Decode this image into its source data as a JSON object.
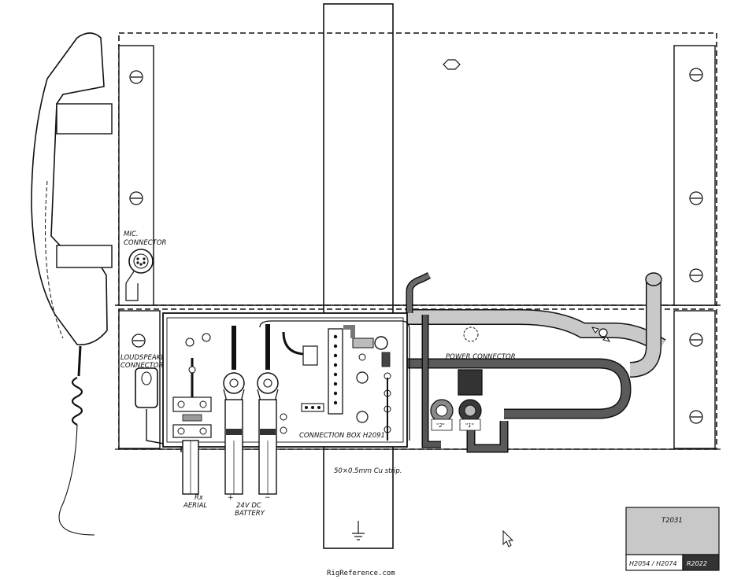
{
  "labels": {
    "mic_connector": [
      "MIC.",
      "CONNECTOR"
    ],
    "loudspeaker_connector": [
      "LOUDSPEAKER",
      "CONNECTOR"
    ],
    "power_connector": "POWER CONNECTOR",
    "connection_box": "CONNECTION BOX H2091",
    "strip": "50×0.5mm Cu strip.",
    "rx_aerial": [
      "Rx",
      "AERIAL"
    ],
    "battery": [
      "24V DC",
      "BATTERY"
    ],
    "plus": "+",
    "minus": "−",
    "plug_2": "\"2\"",
    "plug_1": "\"1\""
  },
  "legend": {
    "top": "T2031",
    "bottom_left": "H2054 / H2074",
    "bottom_right": "R2022",
    "colors": {
      "top": "#c8c8c8",
      "bottom_left": "#ffffff",
      "bottom_right": "#333333"
    }
  },
  "footer": "RigReference.com",
  "colors": {
    "light_cable": "#c9c9c9",
    "dark_cable": "#444444",
    "ink": "#111111"
  }
}
